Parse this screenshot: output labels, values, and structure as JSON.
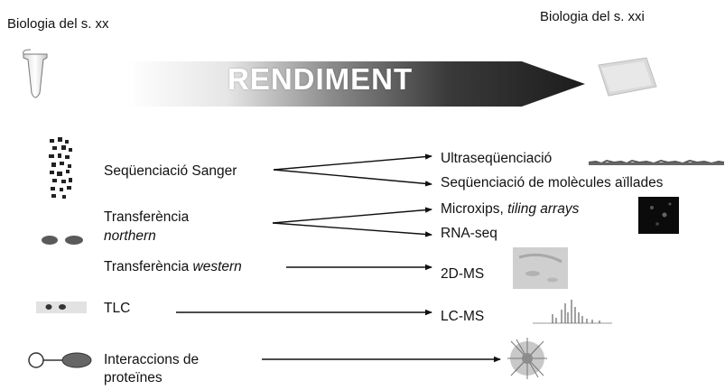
{
  "header": {
    "left_title": "Biologia del s. xx",
    "right_title": "Biologia del s. xxi"
  },
  "banner": {
    "label": "RENDIMENT"
  },
  "left_items": {
    "sanger": "Seqüenciació Sanger",
    "northern_line1": "Transferència",
    "northern_line2": "northern",
    "western_prefix": "Transferència",
    "western_italic": "western",
    "tlc": "TLC",
    "interactions_line1": "Interaccions de",
    "interactions_line2": "proteïnes"
  },
  "right_items": {
    "ultra": "Ultraseqüenciació",
    "single_molecule": "Seqüenciació de molècules aïllades",
    "microarrays_prefix": "Microxips,",
    "microarrays_italic": "tiling arrays",
    "rnaseq": "RNA-seq",
    "twod_ms": "2D-MS",
    "lc_ms": "LC-MS"
  },
  "colors": {
    "arrow": "#111111",
    "banner_dark": "#2a2a2a",
    "banner_light": "#ffffff"
  }
}
